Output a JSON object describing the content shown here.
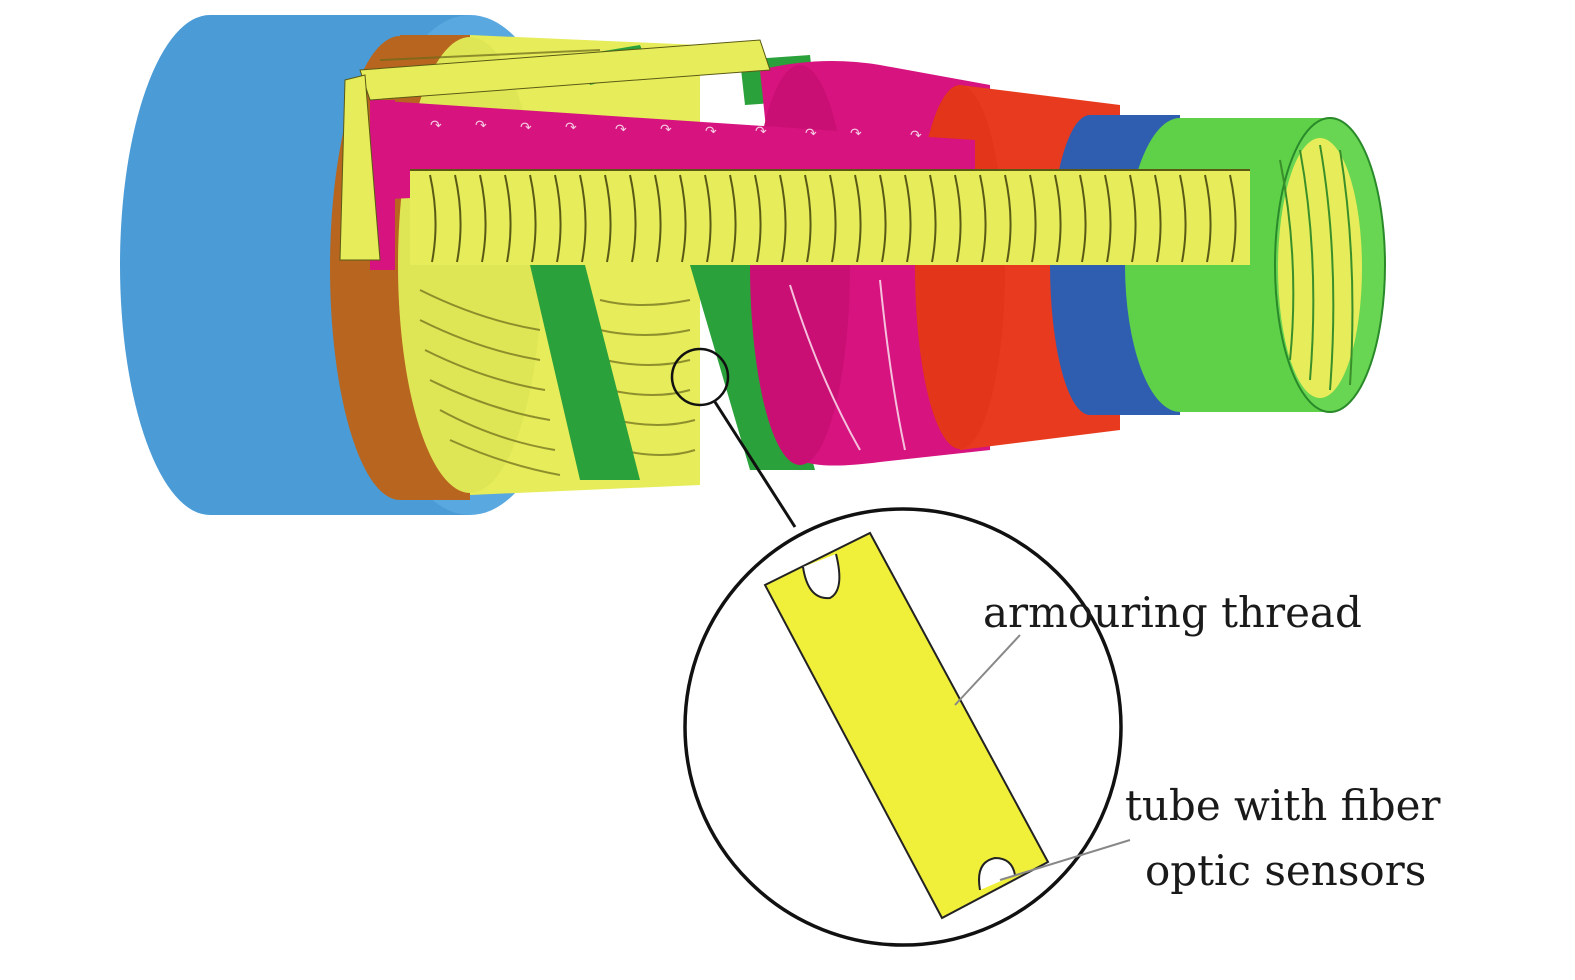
{
  "labels": {
    "armouring_thread": "armouring thread",
    "tube_line1": "tube with fiber",
    "tube_line2": "optic sensors"
  },
  "colors": {
    "outer_sheath": "#4a9bd6",
    "inner_sheath": "#b8661f",
    "armour_layer": "#e6ec5a",
    "anti_wear_tape": "#2aa13a",
    "pressure_armour": "#d6137f",
    "carcass_red": "#e83a1f",
    "inner_liner": "#2f5eb0",
    "carcass_green": "#5ed148",
    "thread_yellow": "#f0ef3a",
    "callout_line": "#111111"
  },
  "icons": {
    "magnifier": "detail-circle"
  }
}
